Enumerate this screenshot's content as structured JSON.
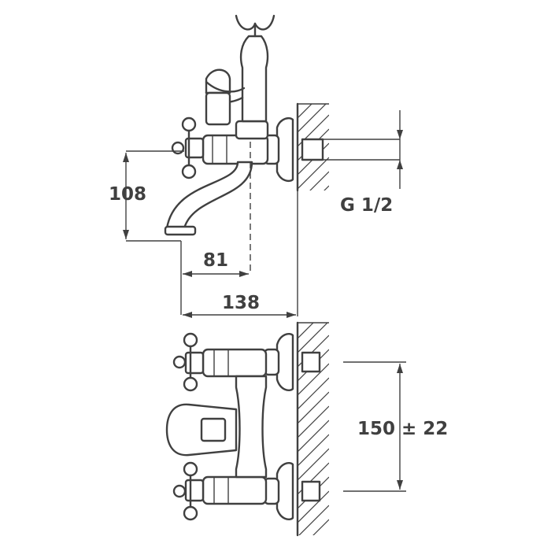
{
  "dimensions": {
    "height": "108",
    "spout_reach": "81",
    "total_depth": "138",
    "thread": "G 1/2",
    "center_distance": "150 ± 22"
  }
}
